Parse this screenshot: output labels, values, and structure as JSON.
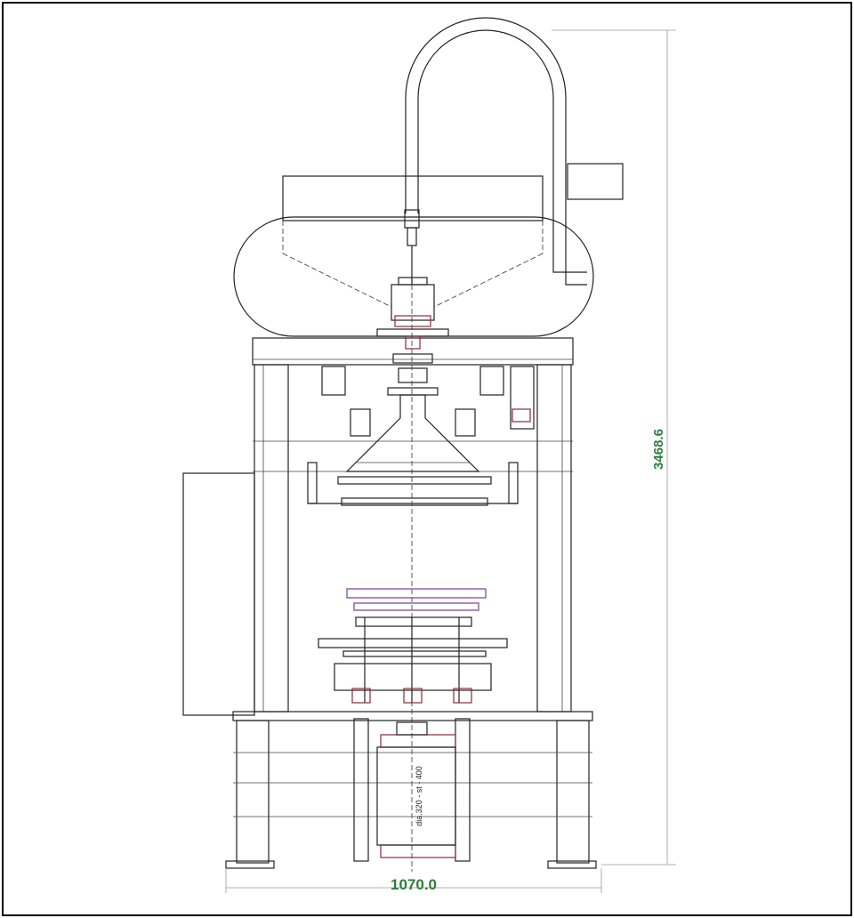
{
  "drawing": {
    "dimension_height": "3468.6",
    "dimension_width": "1070.0",
    "cylinder_label": "dia.320 - st - 400",
    "dimension_color": "#2e7d3a",
    "line_color": "#222222",
    "accent_red": "#8a2a3a",
    "accent_purple": "#8a5a9a"
  }
}
